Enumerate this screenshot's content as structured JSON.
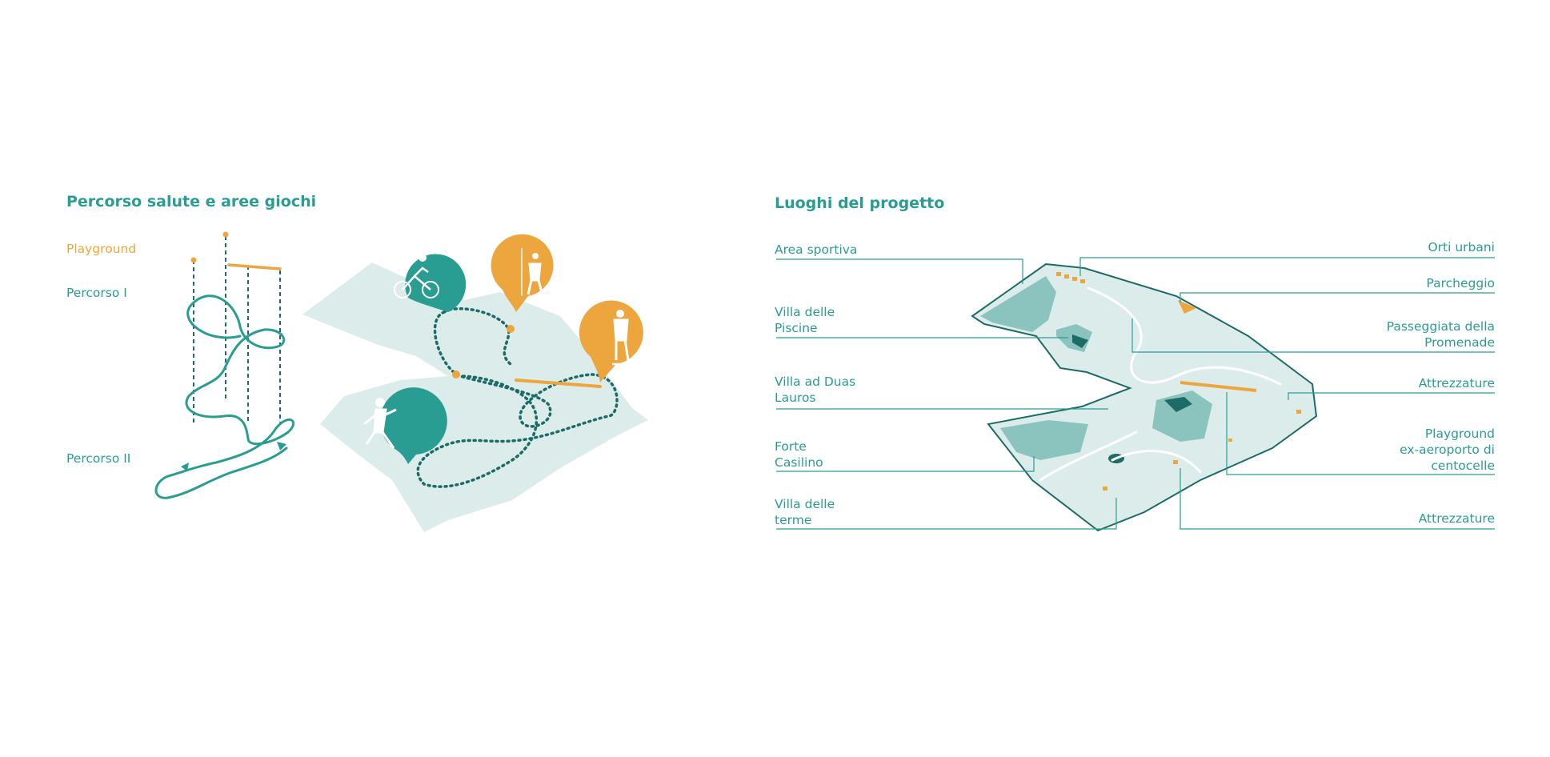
{
  "left_panel": {
    "title": "Percorso salute e aree giochi",
    "legend": {
      "playground": "Playground",
      "percorso_1": "Percorso I",
      "percorso_2": "Percorso II"
    },
    "icons": [
      "cyclist-icon",
      "climber-icon",
      "skateboarder-icon",
      "runner-icon"
    ]
  },
  "right_panel": {
    "title": "Luoghi del progetto",
    "labels_left": [
      "Area sportiva",
      "Villa delle\nPiscine",
      "Villa ad Duas\nLauros",
      "Forte\nCasilino",
      "Villa delle\nterme"
    ],
    "labels_right": [
      "Orti urbani",
      "Parcheggio",
      "Passeggiata della\nPromenade",
      "Attrezzature",
      "Playground\nex-aeroporto di\ncentocelle",
      "Attrezzature"
    ]
  },
  "colors": {
    "teal": "#2a9d93",
    "dark_teal": "#1c6b66",
    "orange": "#eda63d",
    "pale_teal": "#dcecea",
    "mid_teal": "#8bc3be"
  }
}
